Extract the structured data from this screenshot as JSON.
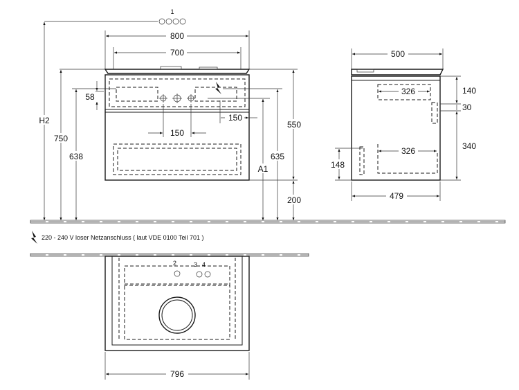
{
  "front_view": {
    "callout_1": "1",
    "dim_width_outer": "800",
    "dim_width_inner": "700",
    "dim_58": "58",
    "dim_150_right": "150",
    "dim_150_center": "150",
    "label_h2": "H2",
    "dim_750": "750",
    "dim_638": "638",
    "label_a1": "A1",
    "dim_635": "635",
    "dim_550": "550",
    "dim_200": "200"
  },
  "side_view": {
    "dim_depth": "500",
    "dim_326_top": "326",
    "dim_326_bottom": "326",
    "dim_140": "140",
    "dim_30": "30",
    "dim_340": "340",
    "dim_148": "148",
    "dim_479": "479"
  },
  "note": {
    "text": "220 - 240 V loser Netzanschluss ( laut VDE 0100 Teil 701 )"
  },
  "top_view": {
    "callout_2": "2",
    "callout_3": "3",
    "callout_4": "4",
    "dim_796": "796"
  }
}
